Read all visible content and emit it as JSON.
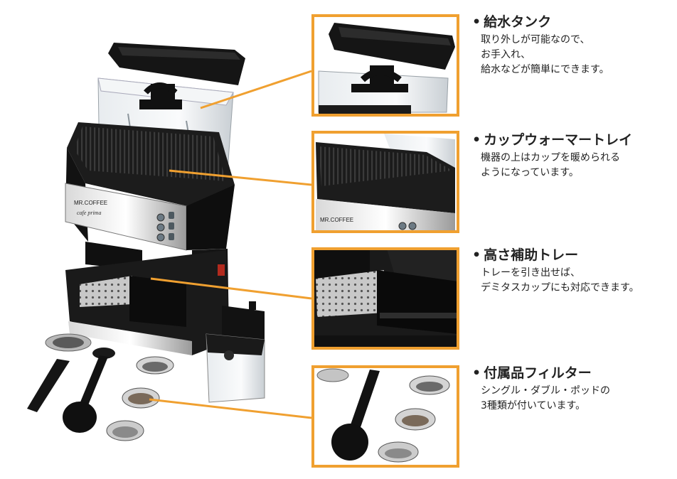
{
  "accent_color": "#f0a030",
  "brand_label": "MR.COFFEE",
  "model_label": "cafe prima",
  "features": [
    {
      "title": "給水タンク",
      "desc": "取り外しが可能なので、\nお手入れ、\n給水などが簡単にできます。"
    },
    {
      "title": "カップウォーマートレイ",
      "desc": "機器の上はカップを暖められる\nようになっています。"
    },
    {
      "title": "高さ補助トレー",
      "desc": "トレーを引き出せば、\nデミタスカップにも対応できます。"
    },
    {
      "title": "付属品フィルター",
      "desc": "シングル・ダブル・ポッドの\n3種類が付いています。"
    }
  ]
}
